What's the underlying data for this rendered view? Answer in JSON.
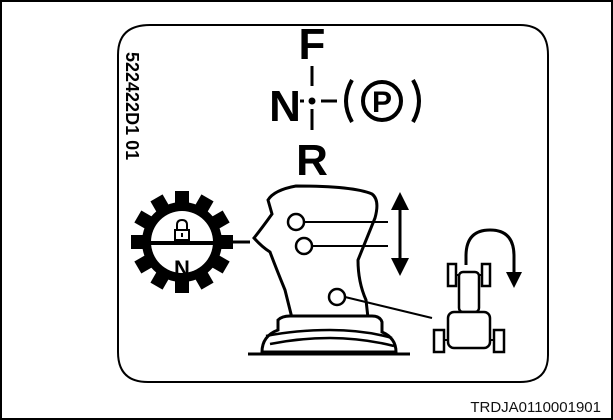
{
  "label": {
    "part_number": "522422D1 01",
    "gear_letters": {
      "forward": "F",
      "neutral": "N",
      "reverse": "R"
    },
    "park_symbol": "P",
    "lock_badge_letter": "N"
  },
  "reference_code": "TRDJA0110001901",
  "icons": [
    "shift-lever-icon",
    "transmission-gear-lock-icon",
    "park-brake-icon",
    "up-down-arrow-icon",
    "tractor-turn-icon"
  ]
}
